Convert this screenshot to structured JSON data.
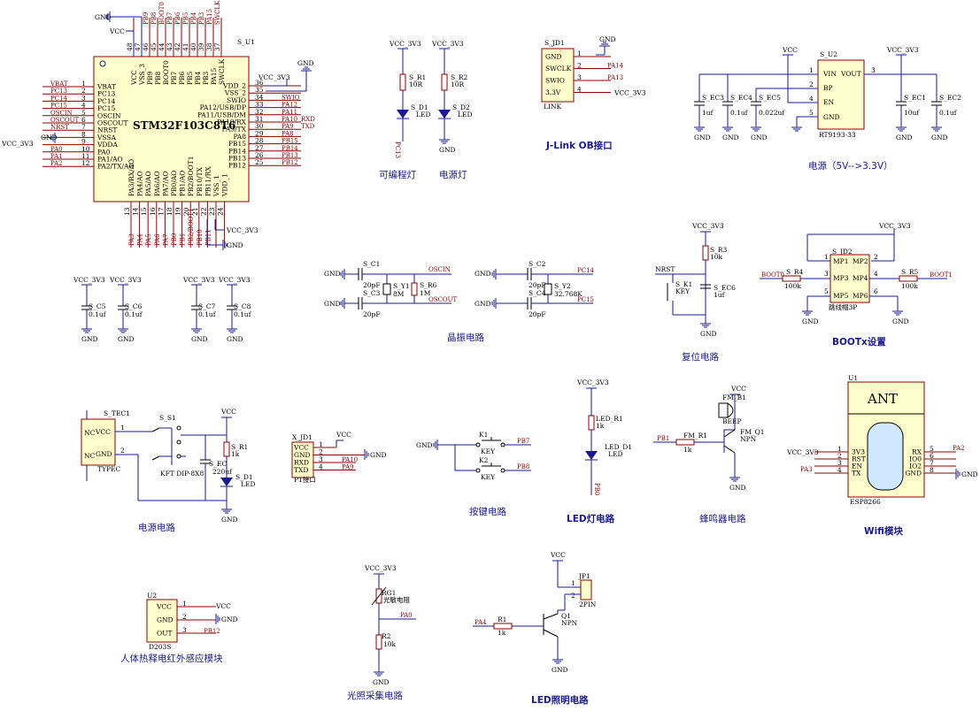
{
  "mcu": {
    "ref": "S_U1",
    "part": "STM32F103C8T6",
    "left_pins": [
      {
        "n": "1",
        "name": "VBAT",
        "net": "VBAT"
      },
      {
        "n": "2",
        "name": "PC13",
        "net": "PC13"
      },
      {
        "n": "3",
        "name": "PC14",
        "net": "PC14"
      },
      {
        "n": "4",
        "name": "PC15",
        "net": "PC15"
      },
      {
        "n": "5",
        "name": "OSCIN",
        "net": "OSCIN"
      },
      {
        "n": "6",
        "name": "OSCOUT",
        "net": "OSCOUT"
      },
      {
        "n": "7",
        "name": "NRST",
        "net": "NRST"
      },
      {
        "n": "8",
        "name": "VSSA",
        "net": "GND"
      },
      {
        "n": "9",
        "name": "VDDA",
        "net": "VCC_3V3"
      },
      {
        "n": "10",
        "name": "PA0",
        "net": "PA0"
      },
      {
        "n": "11",
        "name": "PA1/AO",
        "net": "PA1"
      },
      {
        "n": "12",
        "name": "PA2/TX/AO",
        "net": "PA2"
      }
    ],
    "right_pins": [
      {
        "n": "36",
        "name": "VDD_2",
        "net": "VCC_3V3"
      },
      {
        "n": "35",
        "name": "VSS_2",
        "net": ""
      },
      {
        "n": "34",
        "name": "SWIO",
        "net": "SWIO"
      },
      {
        "n": "33",
        "name": "PA12/USB/DP",
        "net": "PA12"
      },
      {
        "n": "32",
        "name": "PA11/USB/DM",
        "net": "PA11"
      },
      {
        "n": "31",
        "name": "PA10/RX",
        "net": "PA10"
      },
      {
        "n": "30",
        "name": "PA9/TX",
        "net": "PA9"
      },
      {
        "n": "29",
        "name": "PA8",
        "net": "PA8"
      },
      {
        "n": "28",
        "name": "PB15",
        "net": "PB15"
      },
      {
        "n": "27",
        "name": "PB14",
        "net": "PB14"
      },
      {
        "n": "26",
        "name": "PB13",
        "net": "PB13"
      },
      {
        "n": "25",
        "name": "PB12",
        "net": "PB12"
      }
    ],
    "top_pins": [
      {
        "n": "48",
        "name": "VCC",
        "net": "VCC"
      },
      {
        "n": "47",
        "name": "VSS_3",
        "net": "GND"
      },
      {
        "n": "46",
        "name": "PB9",
        "net": "PB9"
      },
      {
        "n": "45",
        "name": "PB8",
        "net": "PB8"
      },
      {
        "n": "44",
        "name": "BOOT0",
        "net": "BOOT0"
      },
      {
        "n": "43",
        "name": "PB7",
        "net": "PB7"
      },
      {
        "n": "42",
        "name": "PB6",
        "net": "PB6"
      },
      {
        "n": "41",
        "name": "PB5",
        "net": "PB5"
      },
      {
        "n": "40",
        "name": "PB4",
        "net": "PB4"
      },
      {
        "n": "39",
        "name": "PB3",
        "net": "PB3"
      },
      {
        "n": "38",
        "name": "PA15",
        "net": "PA15"
      },
      {
        "n": "37",
        "name": "SWCLK",
        "net": "SWCLK"
      }
    ],
    "bottom_pins": [
      {
        "n": "13",
        "name": "PA3/RX/AO",
        "net": "PA3"
      },
      {
        "n": "14",
        "name": "PA4/AO",
        "net": "PA4"
      },
      {
        "n": "15",
        "name": "PA5/AO",
        "net": "PA5"
      },
      {
        "n": "16",
        "name": "PA6/AO",
        "net": "PA6"
      },
      {
        "n": "17",
        "name": "PA7/AO",
        "net": "PA7"
      },
      {
        "n": "18",
        "name": "PB0/AO",
        "net": "PB0"
      },
      {
        "n": "19",
        "name": "PB1/AO",
        "net": "PB1"
      },
      {
        "n": "20",
        "name": "PB2/BOOT1",
        "net": "PB2/BOOT1"
      },
      {
        "n": "21",
        "name": "PB10/TX",
        "net": "PB10"
      },
      {
        "n": "22",
        "name": "PB11/RX",
        "net": "PB11"
      },
      {
        "n": "23",
        "name": "VSS_1",
        "net": "GND"
      },
      {
        "n": "24",
        "name": "VDD_1",
        "net": "VCC_3V3"
      }
    ],
    "labels": {
      "gnd": "GND",
      "vcc": "VCC",
      "vcc33": "VCC_3V3",
      "rxd": "RXD",
      "txd": "TXD",
      "vcc33_left": "VCC_3V3"
    }
  },
  "captions": {
    "led_prog": "可编程灯",
    "led_pwr": "电源灯",
    "jlink": "J-Link OB接口",
    "power": "电源（5V-->3.3V）",
    "crystal": "晶振电路",
    "reset": "复位电路",
    "boot": "BOOTx设置",
    "power_in": "电源电路",
    "keys": "按键电路",
    "led_ckt": "LED灯电路",
    "buzzer": "蜂鸣器电路",
    "wifi": "Wifi模块",
    "pir": "人体热释电红外感应模块",
    "light": "光照采集电路",
    "lighting": "LED照明电路"
  },
  "leds": {
    "d1": {
      "vcc": "VCC_3V3",
      "r": "S_R1",
      "rv": "10R",
      "d": "S_D1",
      "dv": "LED",
      "net": "PC13"
    },
    "d2": {
      "vcc": "VCC_3V3",
      "r": "S_R2",
      "rv": "10R",
      "d": "S_D2",
      "dv": "LED",
      "gnd": "GND"
    }
  },
  "jlink": {
    "ref": "S_JD1",
    "sub": "LINK",
    "pins": [
      {
        "n": "1",
        "name": "GND",
        "net": "GND"
      },
      {
        "n": "2",
        "name": "SWCLK",
        "net": "PA14"
      },
      {
        "n": "3",
        "name": "SWIO",
        "net": "PA13"
      },
      {
        "n": "4",
        "name": "3.3V",
        "net": "VCC_3V3"
      }
    ]
  },
  "reg": {
    "ref": "S_U2",
    "part": "RT9193-33",
    "vin": "VIN",
    "vout": "VOUT",
    "bp": "BP",
    "en": "EN",
    "gnd": "GND",
    "n1": "1",
    "n2": "2",
    "n3": "3",
    "n4": "4",
    "n5": "5",
    "vcc": "VCC",
    "vcc33": "VCC_3V3",
    "ec3": "S_EC3",
    "ec3v": "1uf",
    "ec4": "S_EC4",
    "ec4v": "0.1uf",
    "ec5": "S_EC5",
    "ec5v": "0.022uf",
    "ec1": "S_EC1",
    "ec1v": "10uf",
    "ec2": "S_EC2",
    "ec2v": "0.1uf",
    "g": "GND"
  },
  "decap": [
    {
      "vcc": "VCC_3V3",
      "ref": "S_C5",
      "val": "0.1uf"
    },
    {
      "vcc": "VCC_3V3",
      "ref": "S_C6",
      "val": "0.1uf"
    },
    {
      "vcc": "VCC_3V3",
      "ref": "S_C7",
      "val": "0.1uf"
    },
    {
      "vcc": "VCC_3V3",
      "ref": "S_C8",
      "val": "0.1uf"
    }
  ],
  "xtal": {
    "c1": "S_C1",
    "c1v": "20pF",
    "c3": "S_C3",
    "c3v": "20pF",
    "y1": "S_Y1",
    "y1v": "8M",
    "r6": "S_R6",
    "r6v": "1M",
    "oscin": "OSCIN",
    "oscout": "OSCOUT",
    "c2": "S_C2",
    "c2v": "20pF",
    "c4": "S_C4",
    "c4v": "20pF",
    "y2": "S_Y2",
    "y2v": "32.768K",
    "pc14": "PC14",
    "pc15": "PC15",
    "gnd": "GND"
  },
  "reset": {
    "vcc": "VCC_3V3",
    "r3": "S_R3",
    "r3v": "10k",
    "nrst": "NRST",
    "k1": "S_K1",
    "k1v": "KEY",
    "ec6": "S_EC6",
    "ec6v": "1uf",
    "gnd": "GND"
  },
  "boot": {
    "vcc": "VCC_3V3",
    "ref": "S_JD2",
    "r4": "S_R4",
    "r4v": "100k",
    "r5": "S_R5",
    "r5v": "100k",
    "boot0": "BOOT0",
    "boot1": "BOOT1",
    "sub": "跳线帽3P",
    "mp1": "MP1",
    "mp2": "MP2",
    "mp3": "MP3",
    "mp4": "MP4",
    "mp5": "MP5",
    "mp6": "MP6",
    "n1": "1",
    "n2": "2",
    "n3": "3",
    "n4": "4",
    "n5": "5",
    "n6": "6"
  },
  "usb": {
    "ref": "S_TEC1",
    "part": "TYPEC",
    "nc1": "NC",
    "nc2": "NC",
    "vcc": "VCC",
    "gnd": "GND",
    "n1": "1",
    "n2": "2",
    "sw": "S_S1",
    "swv": "KFT DIP-8X8",
    "ec": "S_EC",
    "ecv": "220uf",
    "r": "S_R1",
    "rv": "1k",
    "d": "S_D1",
    "dv": "LED",
    "top": "VCC",
    "g": "GND"
  },
  "uart": {
    "ref": "X_JD1",
    "sub": "P1接口",
    "pins": [
      {
        "n": "1",
        "name": "VCC",
        "net": "VCC"
      },
      {
        "n": "2",
        "name": "GND",
        "net": "GND"
      },
      {
        "n": "3",
        "name": "RXD",
        "net": "PA10"
      },
      {
        "n": "4",
        "name": "TXD",
        "net": "PA9"
      }
    ]
  },
  "keys": {
    "gnd": "GND",
    "k1": "K1",
    "k1v": "KEY",
    "k2": "K2",
    "k2v": "KEY",
    "pb7": "PB7",
    "pb8": "PB8"
  },
  "ledckt": {
    "vcc": "VCC_3V3",
    "r": "LED_R1",
    "rv": "1k",
    "d": "LED_D1",
    "dv": "LED",
    "net": "PB0"
  },
  "buzz": {
    "vcc": "VCC",
    "ref": "FM_B1",
    "val": "BEEP",
    "r": "FM_R1",
    "rv": "1k",
    "q": "FM_Q1",
    "qv": "NPN",
    "pb1": "PB1",
    "gnd": "GND"
  },
  "wifi": {
    "ref": "U1",
    "ant": "ANT",
    "part": "ESP8266",
    "vcc33": "VCC_3V3",
    "pa3": "PA3",
    "pa2": "PA2",
    "gnd": "GND",
    "left": [
      {
        "n": "1",
        "name": "3V3"
      },
      {
        "n": "2",
        "name": "RST"
      },
      {
        "n": "3",
        "name": "EN"
      },
      {
        "n": "4",
        "name": "TX"
      }
    ],
    "right": [
      {
        "n": "5",
        "name": "RX"
      },
      {
        "n": "6",
        "name": "IO0"
      },
      {
        "n": "7",
        "name": "IO2"
      },
      {
        "n": "8",
        "name": "GND"
      }
    ]
  },
  "pir": {
    "ref": "U2",
    "part": "D203S",
    "pins": [
      {
        "n": "1",
        "name": "VCC",
        "net": "VCC"
      },
      {
        "n": "2",
        "name": "GND",
        "net": "GND"
      },
      {
        "n": "3",
        "name": "OUT",
        "net": "PB12"
      }
    ]
  },
  "ldr": {
    "vcc": "VCC_3V3",
    "rg": "RG1",
    "rgv": "光敏电阻",
    "net": "PA0",
    "r2": "R2",
    "r2v": "10k",
    "gnd": "GND"
  },
  "lamp": {
    "vcc": "VCC",
    "jp": "JP1",
    "jpv": "2PIN",
    "r1": "R1",
    "r1v": "1k",
    "q": "Q1",
    "qv": "NPN",
    "net": "PA4",
    "gnd": "GND",
    "n1": "1",
    "n2": "2"
  }
}
